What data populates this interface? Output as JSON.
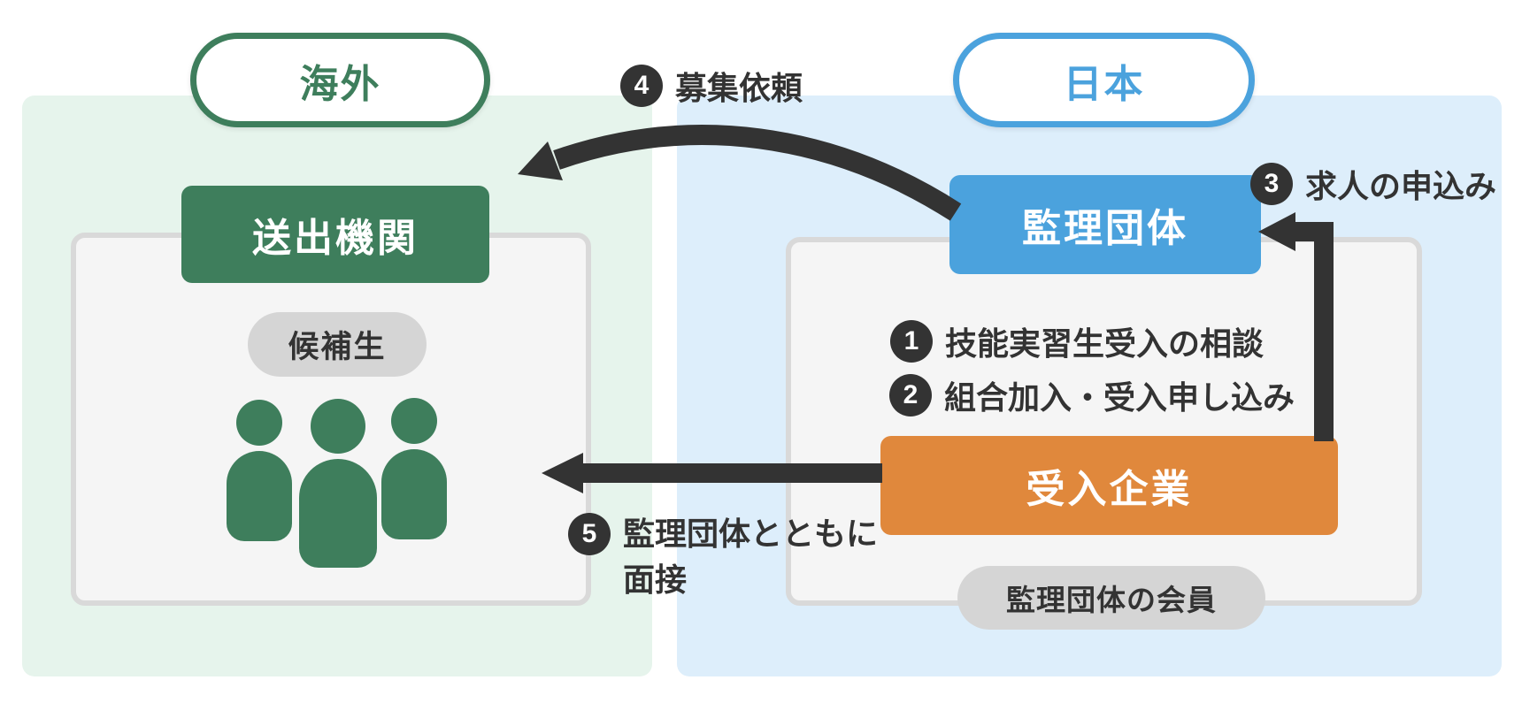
{
  "regions": {
    "overseas": {
      "pill_label": "海外",
      "org_label": "送出機関",
      "candidates_label": "候補生"
    },
    "japan": {
      "pill_label": "日本",
      "supervising_org_label": "監理団体",
      "company_label": "受入企業",
      "membership_label": "監理団体の会員"
    }
  },
  "steps": [
    {
      "num": "1",
      "text": "技能実習生受入の相談"
    },
    {
      "num": "2",
      "text": "組合加入・受入申し込み"
    },
    {
      "num": "3",
      "text": "求人の申込み"
    },
    {
      "num": "4",
      "text": "募集依頼"
    },
    {
      "num": "5",
      "text_line1": "監理団体とともに",
      "text_line2": "面接"
    }
  ],
  "icons": {
    "people_group": "three-person-group-icon"
  },
  "colors": {
    "overseas_accent": "#3e7e5c",
    "overseas_panel_bg": "#e6f4ec",
    "japan_accent": "#4ba2dd",
    "japan_panel_bg": "#ddeefb",
    "company_accent": "#e0883c",
    "gray_pill_bg": "#d5d5d5",
    "arrow_and_text": "#333333",
    "inner_box_bg": "#f5f5f5",
    "inner_box_border": "#d9d9d9"
  }
}
